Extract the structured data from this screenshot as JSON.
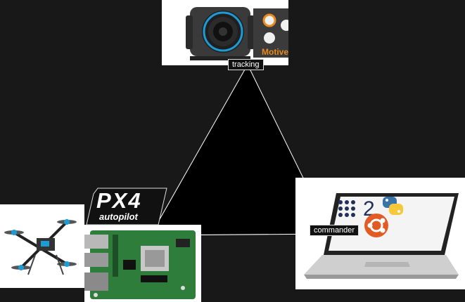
{
  "nodes": {
    "tracking": {
      "label": "tracking",
      "software_name": "Motive"
    },
    "commander": {
      "label": "commander",
      "version_digit": "2"
    },
    "px4": {
      "logo_text": "PX4",
      "logo_subtext": "autopilot"
    }
  },
  "colors": {
    "background": "#181818",
    "triangle_fill": "#000000",
    "triangle_stroke": "#ffffff",
    "motive_orange": "#e88a1e",
    "board_green": "#2f7d3a",
    "python_blue": "#3a73a8",
    "python_yellow": "#f7c93a",
    "ubuntu_orange": "#e25a24",
    "drone_accent": "#1d9bd6"
  },
  "icons": [
    "mocap-camera-icon",
    "motive-logo-icon",
    "quadcopter-drone-icon",
    "px4-autopilot-logo",
    "computer-board-icon",
    "laptop-icon",
    "python-logo-icon",
    "ubuntu-logo-icon",
    "ros2-logo-icon"
  ]
}
